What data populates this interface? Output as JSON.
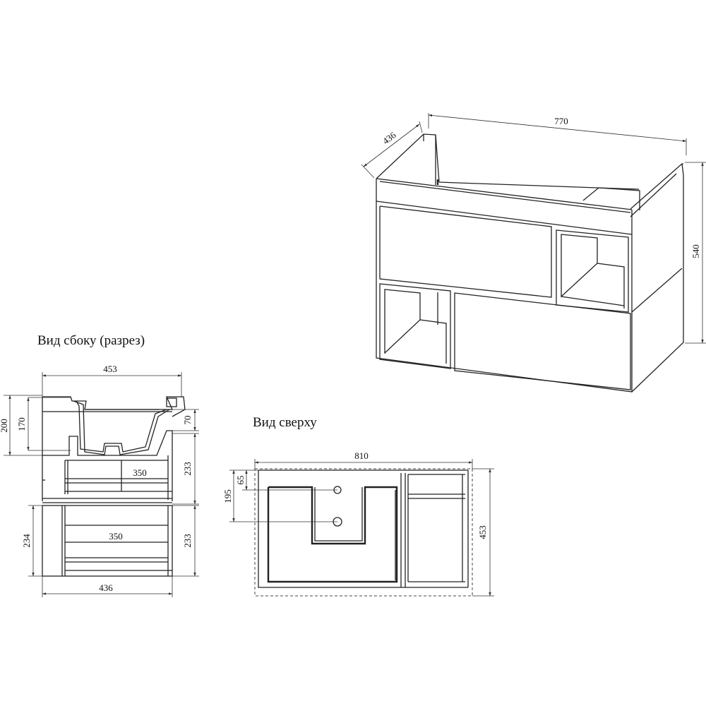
{
  "captions": {
    "side_view": "Вид сбоку (разрез)",
    "top_view": "Вид сверху"
  },
  "perspective": {
    "width": "770",
    "depth": "436",
    "height": "540"
  },
  "side_view": {
    "top_width": "453",
    "bottom_width": "436",
    "overall_height": "200",
    "basin_height": "170",
    "counter_thickness": "70",
    "upper_drawer_height": "233",
    "lower_drawer_height": "233",
    "lower_section_height": "234",
    "upper_drawer_depth": "350",
    "lower_drawer_depth": "350"
  },
  "top_view": {
    "width": "810",
    "depth": "453",
    "drain_offset": "65",
    "tap_offset": "195"
  }
}
